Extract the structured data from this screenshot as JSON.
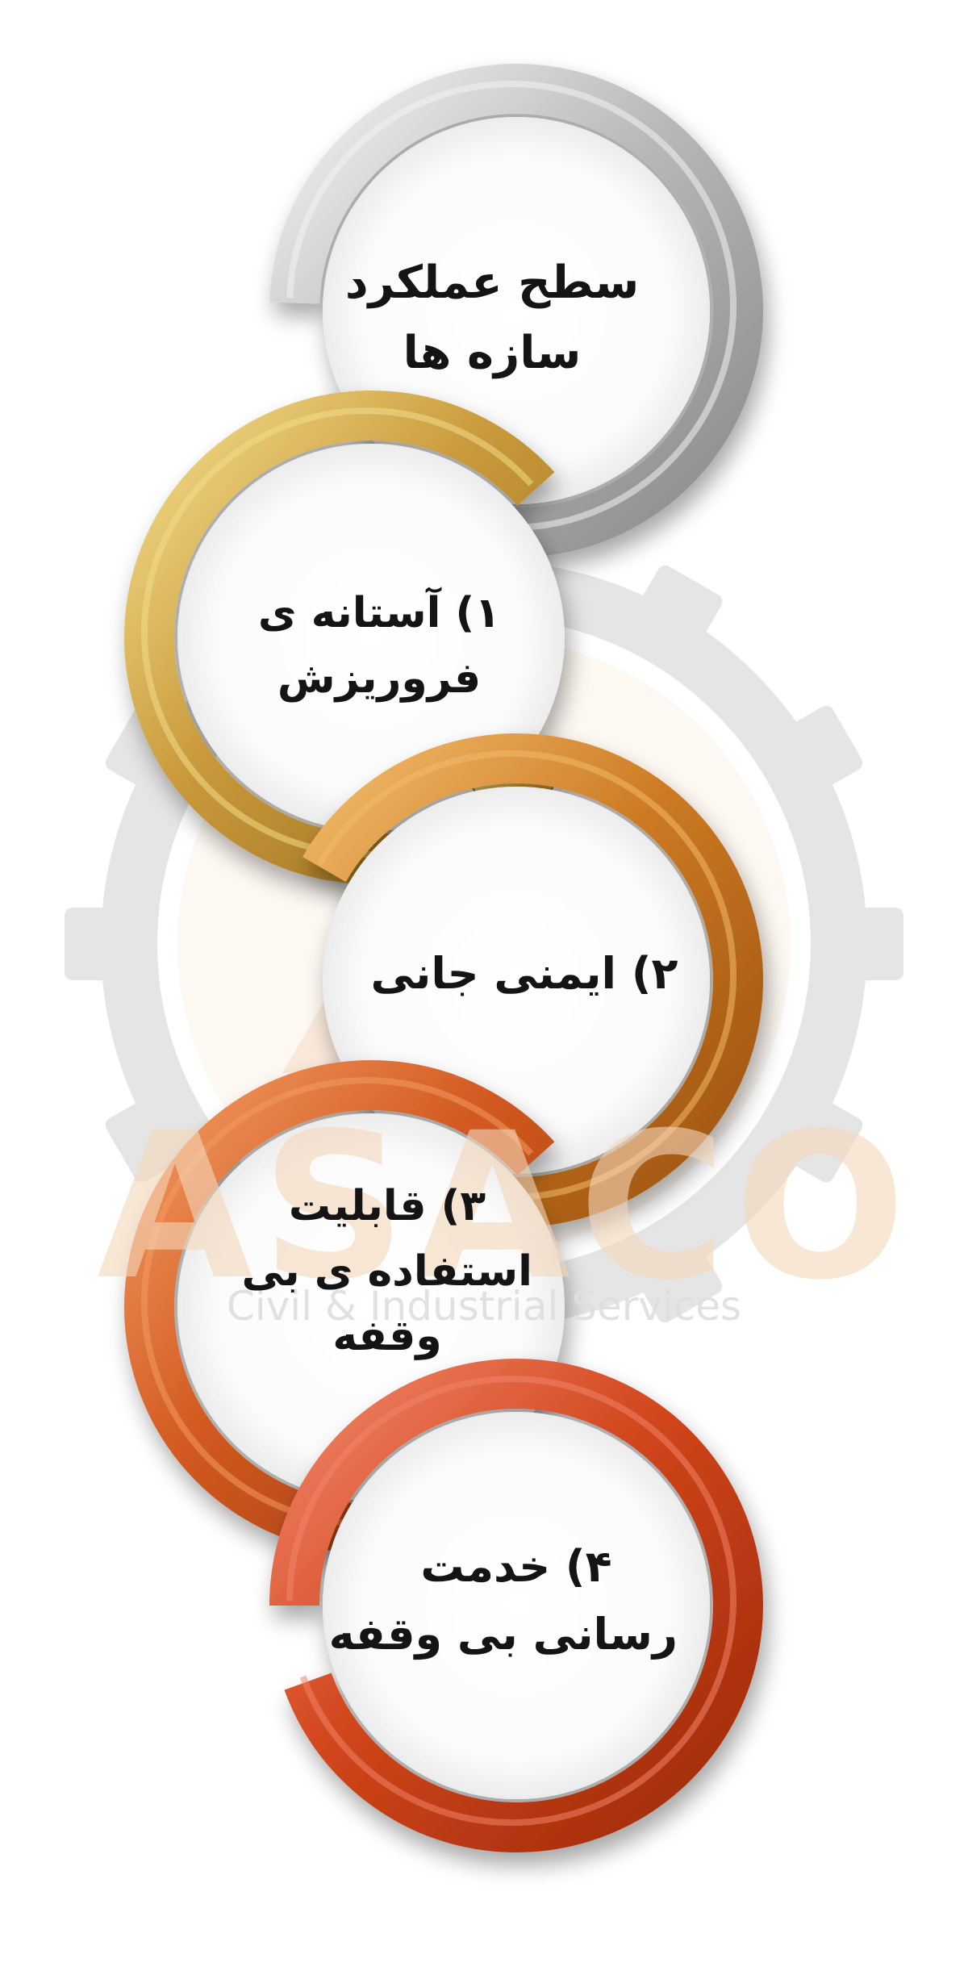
{
  "watermark": {
    "logo_text": "ASACO",
    "tagline": "Civil & Industrial Services"
  },
  "diagram": {
    "steps": [
      {
        "lines": [
          "سطح عملکرد",
          "سازه ها"
        ],
        "color": "#b9b9b9",
        "color_light": "#f2f2f2",
        "color_dark": "#8a8a8a"
      },
      {
        "lines": [
          "۱) آستانه ی",
          "فروریزش"
        ],
        "color": "#c99a3b",
        "color_light": "#f3dc8a",
        "color_dark": "#9a6d1c"
      },
      {
        "lines": [
          "۲) ایمنی جانی"
        ],
        "color": "#cc7a22",
        "color_light": "#f2ba6a",
        "color_dark": "#9c5210"
      },
      {
        "lines": [
          "۳) قابلیت",
          "استفاده ی بی",
          "وقفه"
        ],
        "color": "#d25a21",
        "color_light": "#f29b62",
        "color_dark": "#a03a0e"
      },
      {
        "lines": [
          "۴) خدمت",
          "رسانی بی وقفه"
        ],
        "color": "#d1451b",
        "color_light": "#f08468",
        "color_dark": "#9c2a0a"
      }
    ]
  }
}
